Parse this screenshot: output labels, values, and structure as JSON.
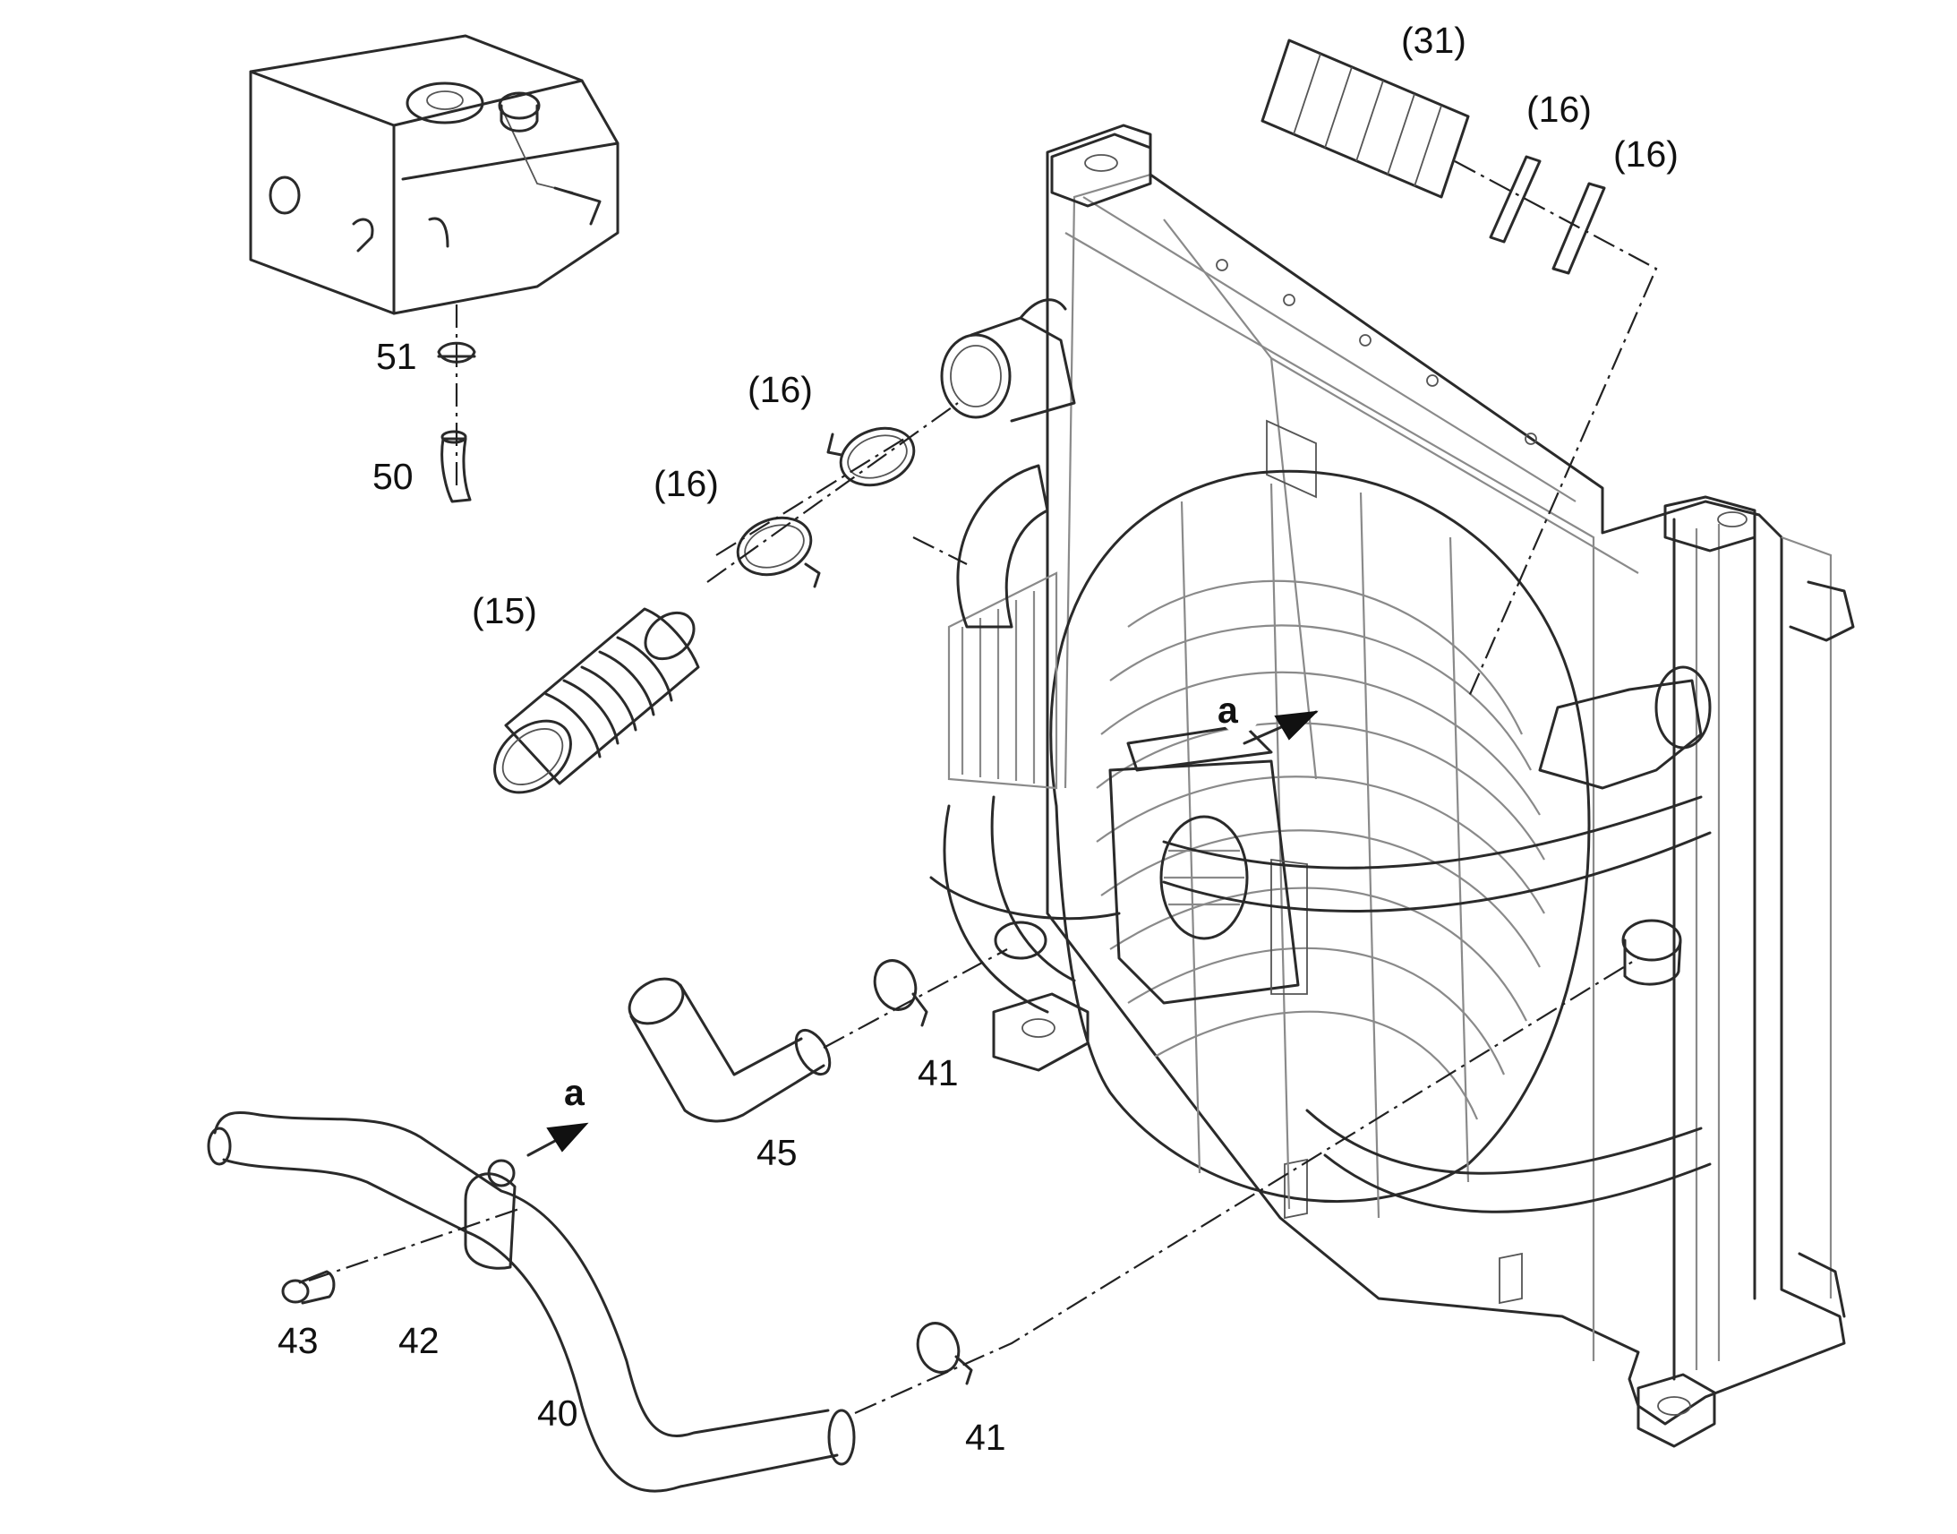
{
  "callouts": {
    "c31": "(31)",
    "c16_top_a": "(16)",
    "c16_top_b": "(16)",
    "c16_mid_a": "(16)",
    "c16_mid_b": "(16)",
    "c15": "(15)",
    "c51": "51",
    "c50": "50",
    "a_fan": "a",
    "a_hose": "a",
    "c41_upper": "41",
    "c45": "45",
    "c43": "43",
    "c42": "42",
    "c40": "40",
    "c41_lower": "41"
  }
}
